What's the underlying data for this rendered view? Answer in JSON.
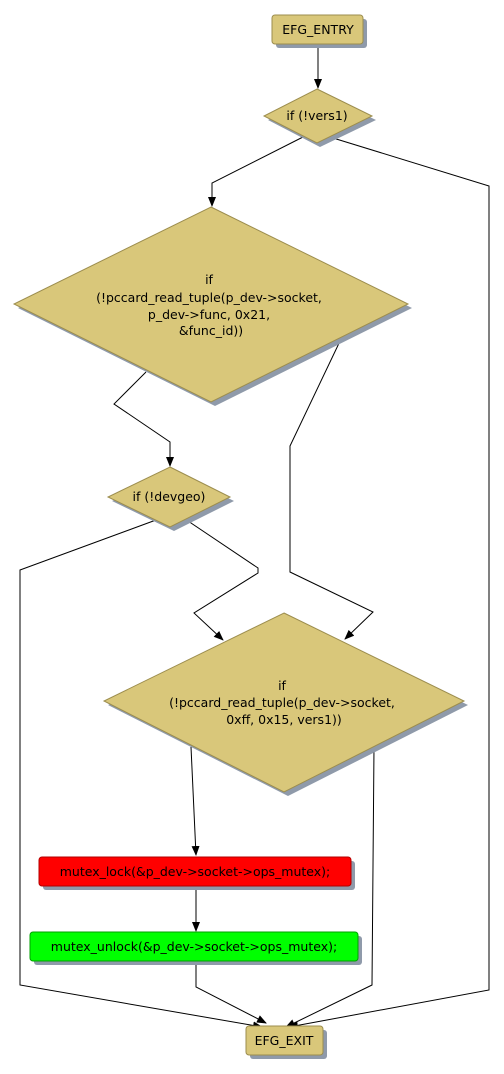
{
  "colors": {
    "node_fill": "#d9c77a",
    "node_stroke": "#9c8d4e",
    "shadow": "#8f9aaa",
    "lock_fill": "#ff0000",
    "unlock_fill": "#00ff00",
    "edge": "#000000"
  },
  "nodes": {
    "entry": {
      "label": "EFG_ENTRY"
    },
    "vers1_check": {
      "label": "if (!vers1)"
    },
    "tuple_func_check": {
      "lines": [
        "if",
        "(!pccard_read_tuple(p_dev->socket,",
        "p_dev->func, 0x21,",
        "&func_id))"
      ]
    },
    "devgeo_check": {
      "label": "if (!devgeo)"
    },
    "tuple_vers1_check": {
      "lines": [
        "if",
        "(!pccard_read_tuple(p_dev->socket,",
        "0xff, 0x15, vers1))"
      ]
    },
    "mutex_lock": {
      "label": "mutex_lock(&p_dev->socket->ops_mutex);"
    },
    "mutex_unlock": {
      "label": "mutex_unlock(&p_dev->socket->ops_mutex);"
    },
    "exit": {
      "label": "EFG_EXIT"
    }
  }
}
